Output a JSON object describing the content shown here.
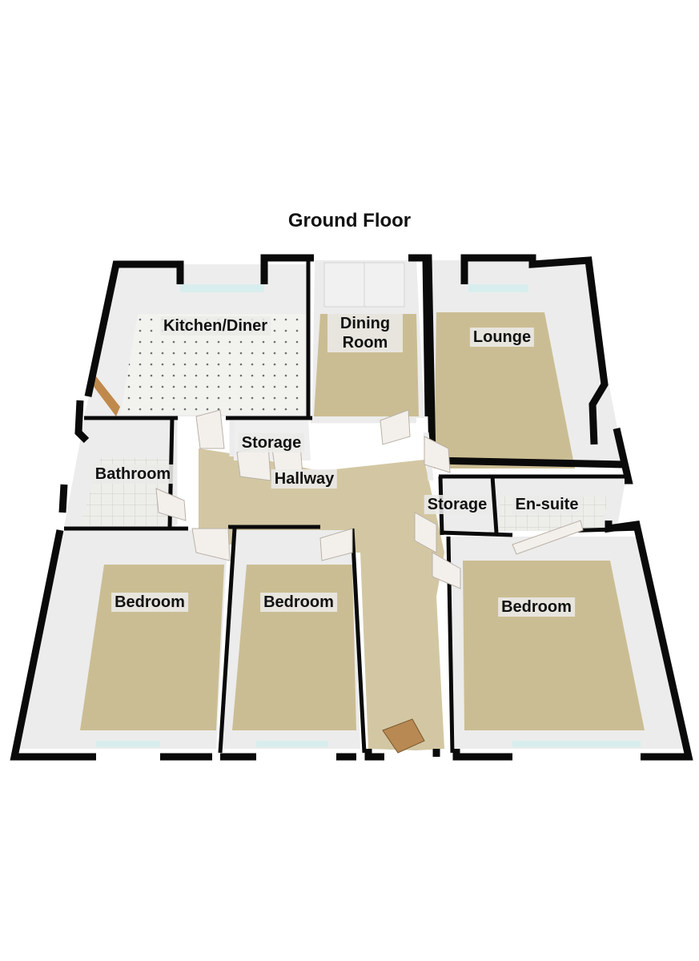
{
  "floor_title": "Ground Floor",
  "rooms": {
    "kitchen_diner": "Kitchen/Diner",
    "dining_room": "Dining Room",
    "lounge": "Lounge",
    "storage_left": "Storage",
    "bathroom": "Bathroom",
    "hallway": "Hallway",
    "storage_right": "Storage",
    "en_suite": "En-suite",
    "bedroom_left": "Bedroom",
    "bedroom_middle": "Bedroom",
    "bedroom_right": "Bedroom"
  },
  "colors": {
    "wall": "#0a0a0a",
    "inner_wall": "#ececec",
    "carpet": "#cbbd93",
    "hall_carpet": "#d3c7a3",
    "tile": "#ecece8",
    "window": "#d8eeee",
    "door": "#f3f0ec",
    "front_door": "#b88952"
  }
}
